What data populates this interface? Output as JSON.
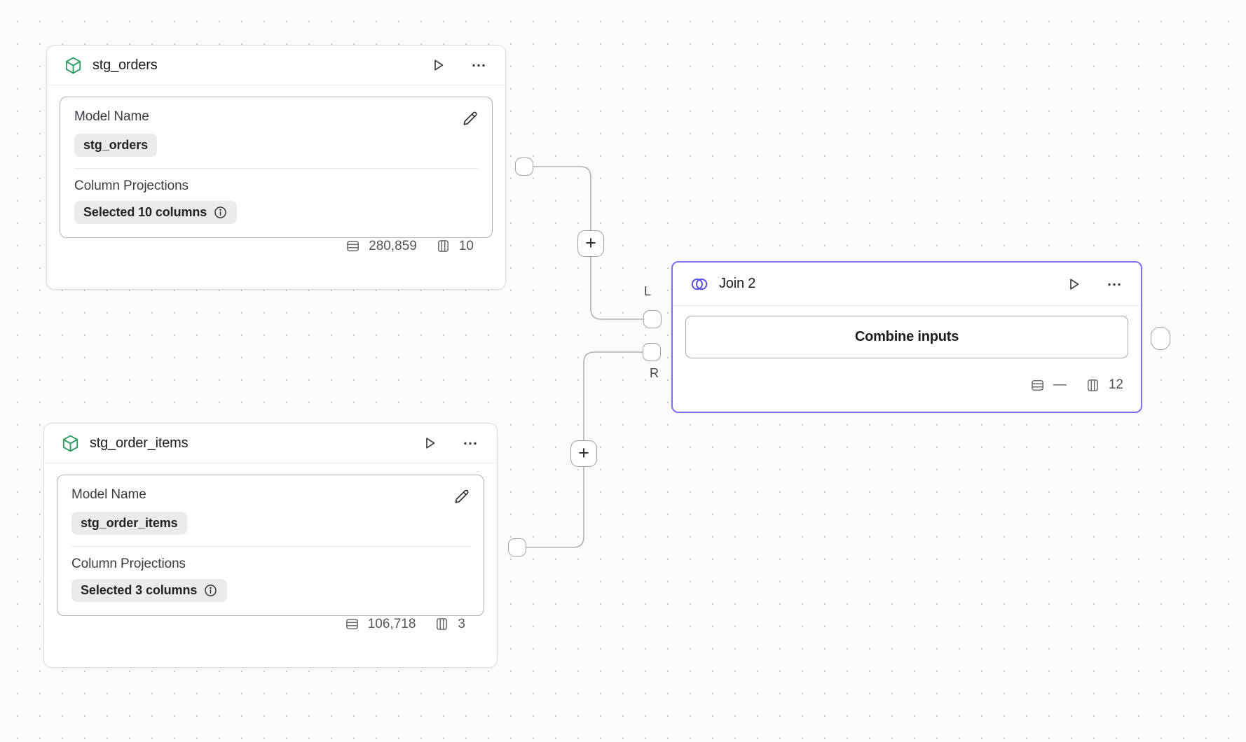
{
  "canvas": {
    "background_color": "#fbfbfb",
    "dot_color": "#c9c9cc"
  },
  "colors": {
    "join_accent_border": "#7c6ff2",
    "join_icon_indigo": "#564fe3",
    "model_icon_green": "#2f9e64",
    "edge_gray": "#b2b2b7"
  },
  "connectors": {
    "plus_label": "+",
    "left_port_label": "L",
    "right_port_label": "R"
  },
  "nodes": {
    "stg_orders": {
      "title": "stg_orders",
      "model_name_label": "Model Name",
      "model_name_value": "stg_orders",
      "column_projections_label": "Column Projections",
      "column_projections_value": "Selected 10 columns",
      "row_count": "280,859",
      "column_count": "10"
    },
    "stg_order_items": {
      "title": "stg_order_items",
      "model_name_label": "Model Name",
      "model_name_value": "stg_order_items",
      "column_projections_label": "Column Projections",
      "column_projections_value": "Selected 3 columns",
      "row_count": "106,718",
      "column_count": "3"
    },
    "join": {
      "title": "Join 2",
      "combine_button_label": "Combine inputs",
      "row_count": "—",
      "column_count": "12"
    }
  }
}
